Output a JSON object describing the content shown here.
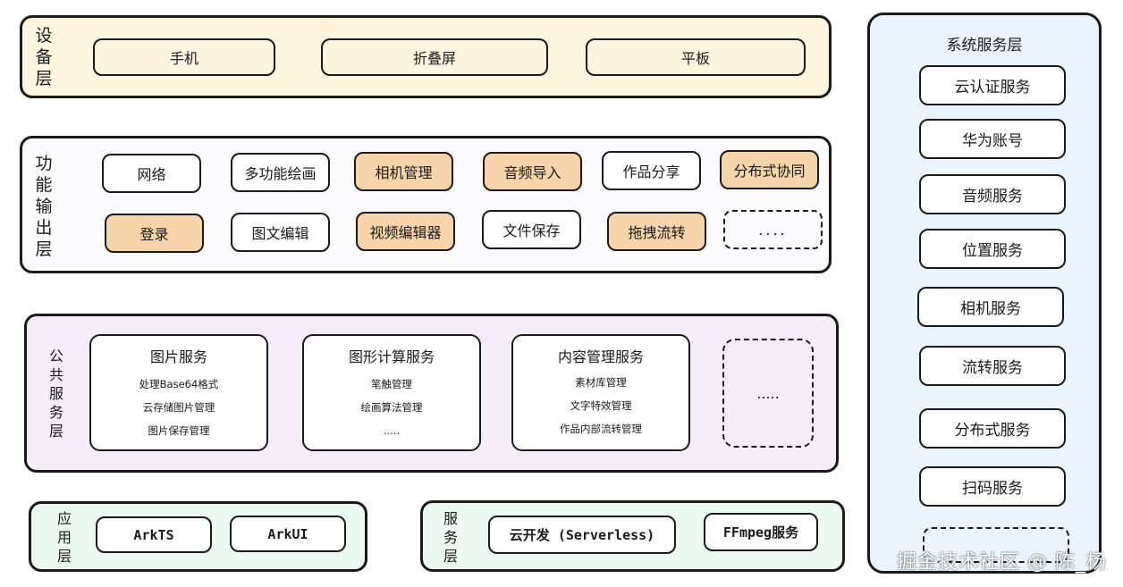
{
  "device_layer": {
    "label": "设备层",
    "items": [
      "手机",
      "折叠屏",
      "平板"
    ]
  },
  "function_layer": {
    "label": "功能输出层",
    "row1": [
      "网络",
      "多功能绘画",
      "相机管理",
      "音频导入",
      "作品分享",
      "分布式协同"
    ],
    "row2": [
      "登录",
      "图文编辑",
      "视频编辑器",
      "文件保存",
      "拖拽流转"
    ],
    "more": "....",
    "highlighted": [
      "相机管理",
      "音频导入",
      "分布式协同",
      "登录",
      "视频编辑器",
      "拖拽流转"
    ]
  },
  "public_layer": {
    "label": "公共服务层",
    "services": [
      {
        "title": "图片服务",
        "items": [
          "处理Base64格式",
          "云存储图片管理",
          "图片保存管理"
        ]
      },
      {
        "title": "图形计算服务",
        "items": [
          "笔触管理",
          "绘画算法管理",
          "....."
        ]
      },
      {
        "title": "内容管理服务",
        "items": [
          "素材库管理",
          "文字特效管理",
          "作品内部流转管理"
        ]
      }
    ],
    "more": "....."
  },
  "app_layer": {
    "label": "应用层",
    "items": [
      "ArkTS",
      "ArkUI"
    ]
  },
  "service_layer": {
    "label": "服务层",
    "items": [
      "云开发 (Serverless)",
      "FFmpeg服务"
    ]
  },
  "system_layer": {
    "title": "系统服务层",
    "items": [
      "云认证服务",
      "华为账号",
      "音频服务",
      "位置服务",
      "相机服务",
      "流转服务",
      "分布式服务",
      "扫码服务"
    ]
  },
  "watermark": "掘金技术社区 @ 陈_杨",
  "colors": {
    "device_bg": "#fdf5dc",
    "function_bg": "#fbfbfd",
    "public_bg": "#f4edf8",
    "bottom_bg": "#ebf7f1",
    "system_bg": "#eaf3fc",
    "highlight": "#f6d4a9"
  }
}
